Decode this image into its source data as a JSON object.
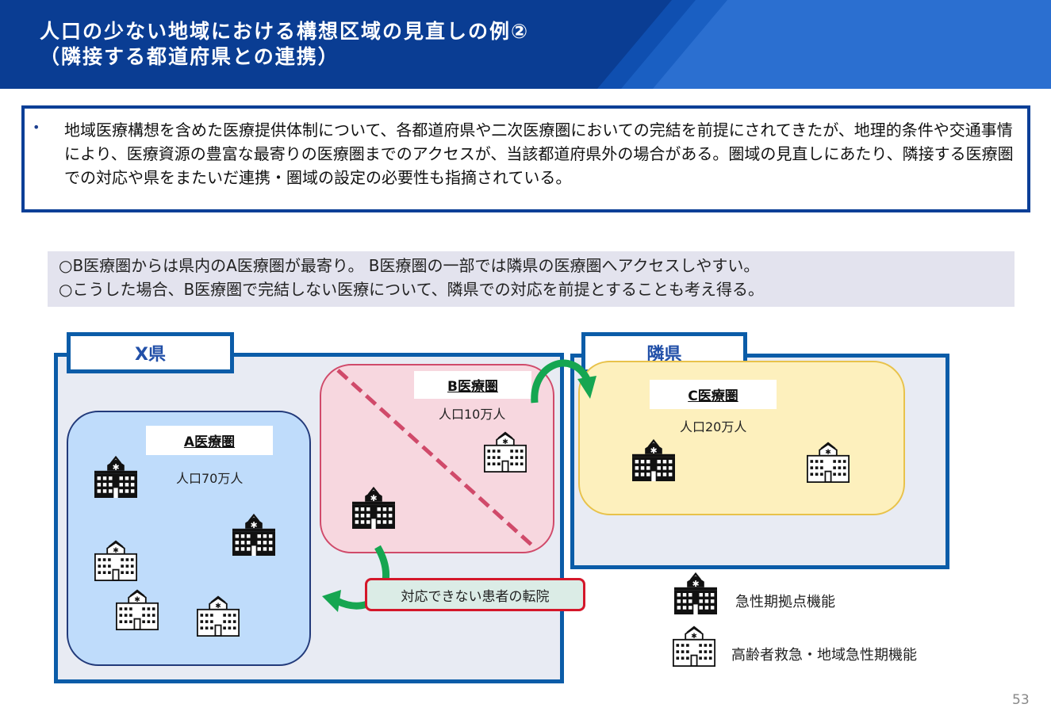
{
  "header": {
    "title_line1": "人口の少ない地域における構想区域の見直しの例②",
    "title_line2": "（隣接する都道府県との連携）"
  },
  "summary": {
    "bullet": "•",
    "text": "地域医療構想を含めた医療提供体制について、各都道府県や二次医療圏においての完結を前提にされてきたが、地理的条件や交通事情により、医療資源の豊富な最寄りの医療圏までのアクセスが、当該都道府県外の場合がある。圏域の見直しにあたり、隣接する医療圏での対応や県をまたいだ連携・圏域の設定の必要性も指摘されている。"
  },
  "note": {
    "line1": "○B医療圏からは県内のA医療圏が最寄り。 B医療圏の一部では隣県の医療圏へアクセスしやすい。",
    "line2": "○こうした場合、B医療圏で完結しない医療について、隣県での対応を前提とすることも考え得る。"
  },
  "diagram": {
    "x_pref": {
      "label": "X県"
    },
    "neighbor_pref": {
      "label": "隣県"
    },
    "area_a": {
      "name": "A医療圏",
      "population": "人口70万人"
    },
    "area_b": {
      "name": "B医療圏",
      "population": "人口10万人"
    },
    "area_c": {
      "name": "C医療圏",
      "population": "人口20万人"
    },
    "callout": "対応できない患者の転院",
    "colors": {
      "area_a": "#bfdcfb",
      "area_b": "#f7d7df",
      "area_c": "#fdf0bd",
      "arrow": "#16a651",
      "border": "#0b5ca8",
      "dash": "#d04a6a"
    }
  },
  "legend": {
    "acute": "急性期拠点機能",
    "elderly": "高齢者救急・地域急性期機能"
  },
  "page_number": "53"
}
